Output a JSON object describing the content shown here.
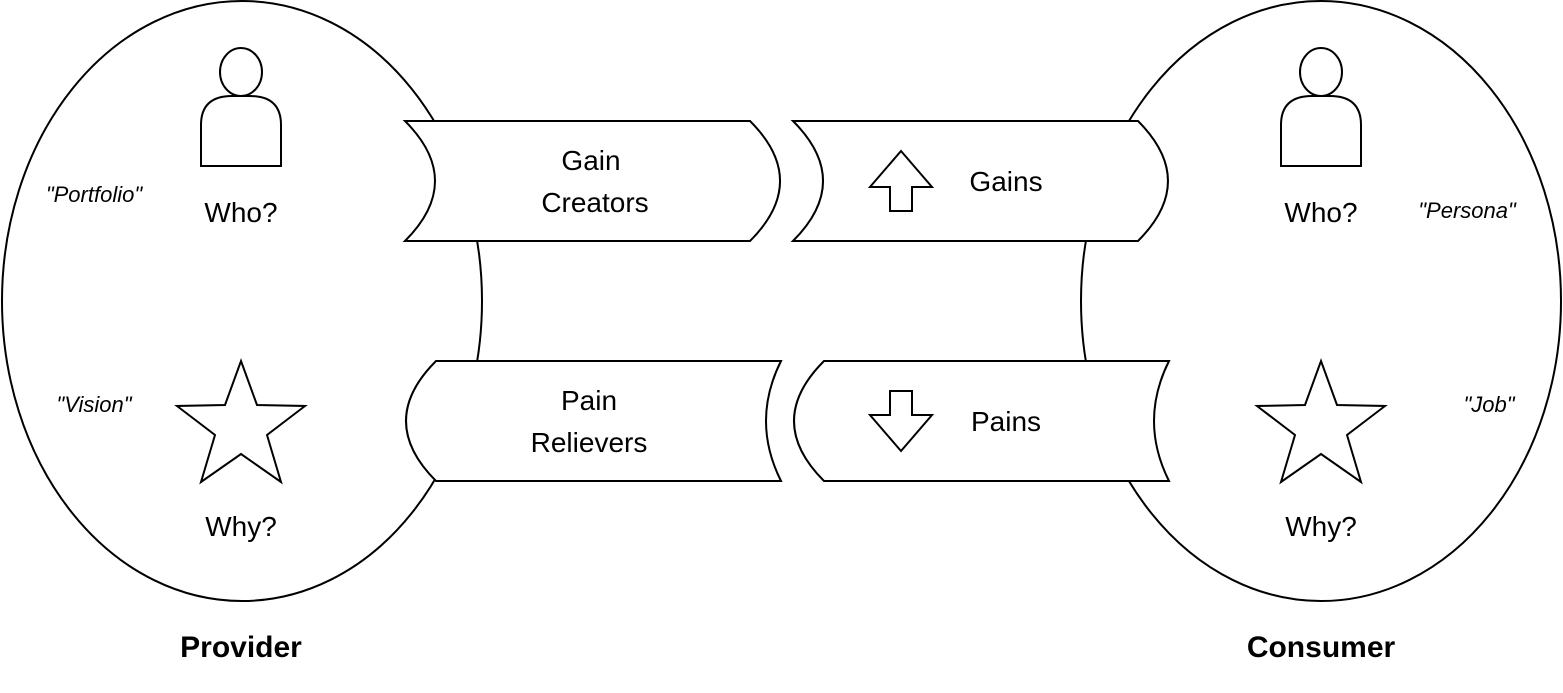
{
  "provider": {
    "title": "Provider",
    "who_label": "Who?",
    "why_label": "Why?",
    "who_note": "\"Portfolio\"",
    "why_note": "\"Vision\"",
    "who_icon": "person-icon",
    "why_icon": "star-icon"
  },
  "consumer": {
    "title": "Consumer",
    "who_label": "Who?",
    "why_label": "Why?",
    "who_note": "\"Persona\"",
    "why_note": "\"Job\"",
    "who_icon": "person-icon",
    "why_icon": "star-icon"
  },
  "value_map": {
    "gain_creators": [
      "Gain",
      "Creators"
    ],
    "pain_relievers": [
      "Pain",
      "Relievers"
    ]
  },
  "customer_profile": {
    "gains": "Gains",
    "pains": "Pains",
    "gains_icon": "arrow-up-icon",
    "pains_icon": "arrow-down-icon"
  },
  "colors": {
    "stroke": "#000000",
    "fill": "#ffffff"
  }
}
